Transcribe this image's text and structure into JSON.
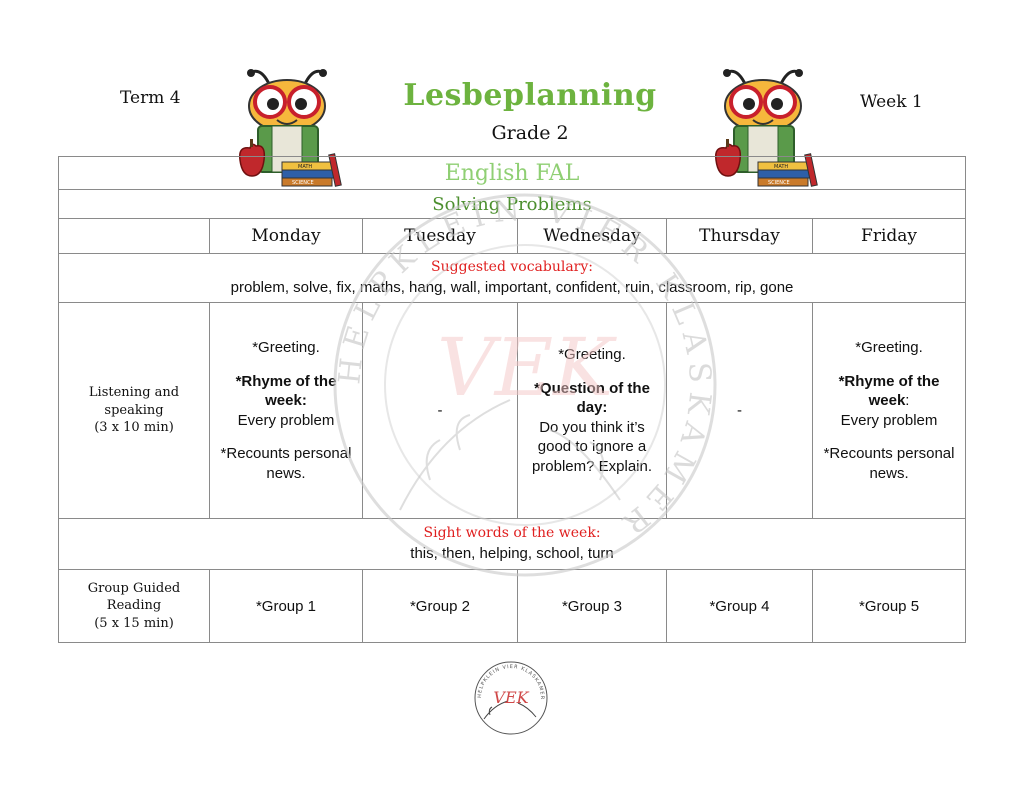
{
  "header": {
    "term": "Term 4",
    "title": "Lesbeplanning",
    "grade": "Grade 2",
    "week": "Week 1"
  },
  "plan": {
    "subject": "English FAL",
    "topic": "Solving Problems",
    "days": [
      "Monday",
      "Tuesday",
      "Wednesday",
      "Thursday",
      "Friday"
    ],
    "vocabulary": {
      "heading": "Suggested vocabulary:",
      "words": "problem, solve, fix, maths, hang, wall, important, confident, ruin, classroom, rip, gone"
    },
    "listening": {
      "label": "Listening and speaking",
      "duration": "(3 x 10 min)",
      "monday": {
        "greeting": "*Greeting.",
        "rhyme_heading": "*Rhyme of the week:",
        "rhyme": "Every problem",
        "recounts": "*Recounts personal news."
      },
      "tuesday": "-",
      "wednesday": {
        "greeting": "*Greeting.",
        "question_heading": "*Question of the day:",
        "question": "Do you think it’s good to ignore a problem? Explain."
      },
      "thursday": "-",
      "friday": {
        "greeting": "*Greeting.",
        "rhyme_heading_bold": "*Rhyme of the week",
        "rhyme_heading_colon": ":",
        "rhyme": "Every problem",
        "recounts": "*Recounts personal news."
      }
    },
    "sight_words": {
      "heading": "Sight words of the week:",
      "words": "this, then, helping, school, turn"
    },
    "group_reading": {
      "label": "Group Guided Reading",
      "duration": "(5 x 15 min)",
      "groups": [
        "*Group 1",
        "*Group 2",
        "*Group 3",
        "*Group 4",
        "*Group 5"
      ]
    }
  },
  "book_labels": [
    "MATH",
    "SCIENCE"
  ],
  "logo": {
    "initials": "VEK",
    "ring_text": "HELPKLEIN VIER KLASKAMER"
  },
  "colors": {
    "title_green": "#6db33f",
    "subject_green": "#8fcf73",
    "topic_green": "#4c8f2e",
    "heading_red": "#e02020",
    "border_gray": "#8a8a8a"
  }
}
